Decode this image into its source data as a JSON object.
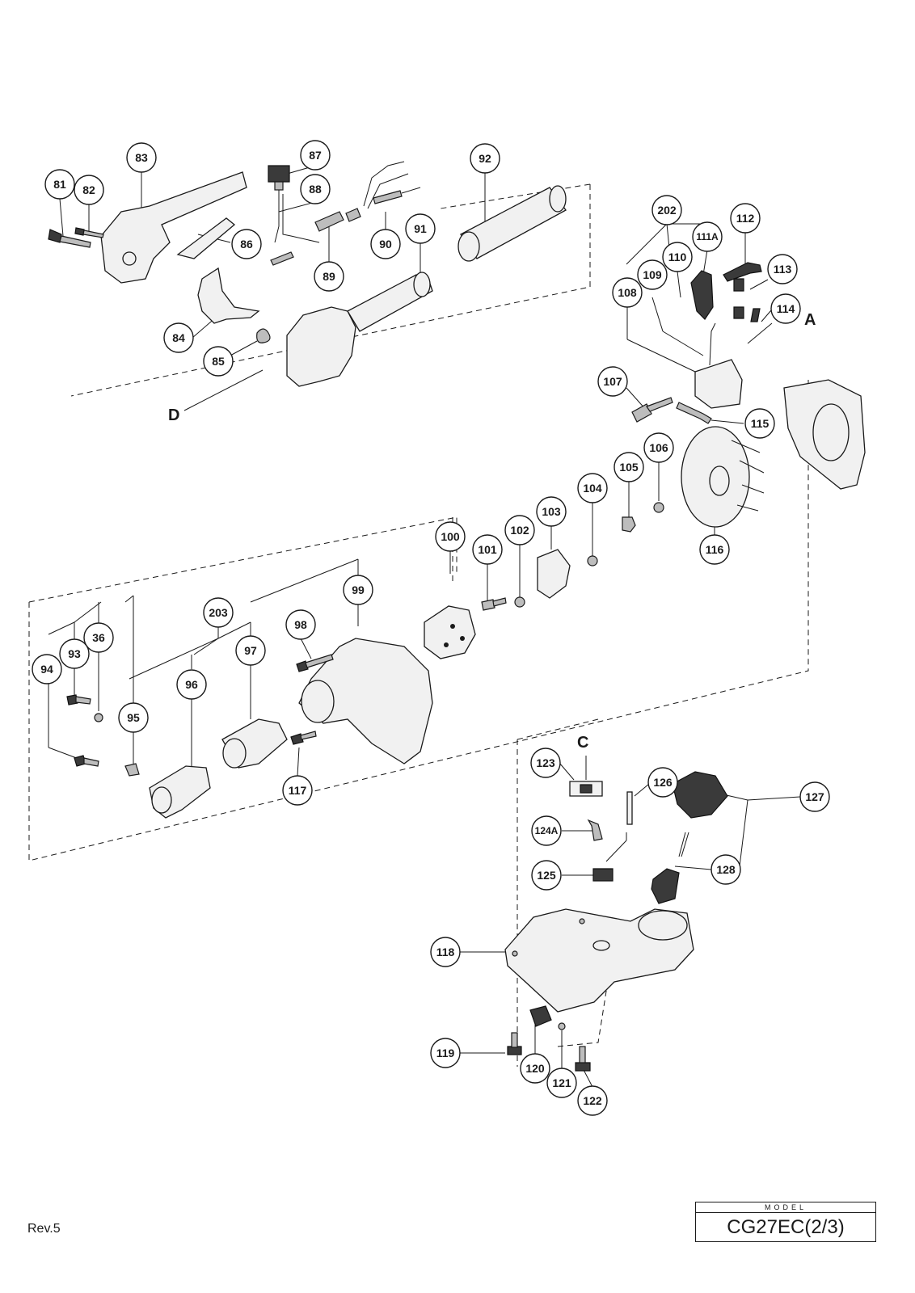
{
  "callouts": [
    {
      "label": "81"
    },
    {
      "label": "82"
    },
    {
      "label": "83"
    },
    {
      "label": "84"
    },
    {
      "label": "85"
    },
    {
      "label": "86"
    },
    {
      "label": "87"
    },
    {
      "label": "88"
    },
    {
      "label": "89"
    },
    {
      "label": "90"
    },
    {
      "label": "91"
    },
    {
      "label": "92"
    },
    {
      "label": "202"
    },
    {
      "label": "112"
    },
    {
      "label": "111A"
    },
    {
      "label": "110"
    },
    {
      "label": "109"
    },
    {
      "label": "113"
    },
    {
      "label": "108"
    },
    {
      "label": "114"
    },
    {
      "label": "107"
    },
    {
      "label": "115"
    },
    {
      "label": "106"
    },
    {
      "label": "105"
    },
    {
      "label": "104"
    },
    {
      "label": "103"
    },
    {
      "label": "102"
    },
    {
      "label": "101"
    },
    {
      "label": "100"
    },
    {
      "label": "116"
    },
    {
      "label": "99"
    },
    {
      "label": "203"
    },
    {
      "label": "98"
    },
    {
      "label": "97"
    },
    {
      "label": "96"
    },
    {
      "label": "36"
    },
    {
      "label": "93"
    },
    {
      "label": "94"
    },
    {
      "label": "95"
    },
    {
      "label": "117"
    },
    {
      "label": "123"
    },
    {
      "label": "126"
    },
    {
      "label": "127"
    },
    {
      "label": "124A"
    },
    {
      "label": "125"
    },
    {
      "label": "128"
    },
    {
      "label": "118"
    },
    {
      "label": "119"
    },
    {
      "label": "120"
    },
    {
      "label": "121"
    },
    {
      "label": "122"
    }
  ],
  "section_letters": {
    "a": "A",
    "c": "C",
    "d": "D"
  },
  "footer": {
    "revision": "Rev.5",
    "model_label": "MODEL",
    "model_name": "CG27EC(2/3)"
  }
}
